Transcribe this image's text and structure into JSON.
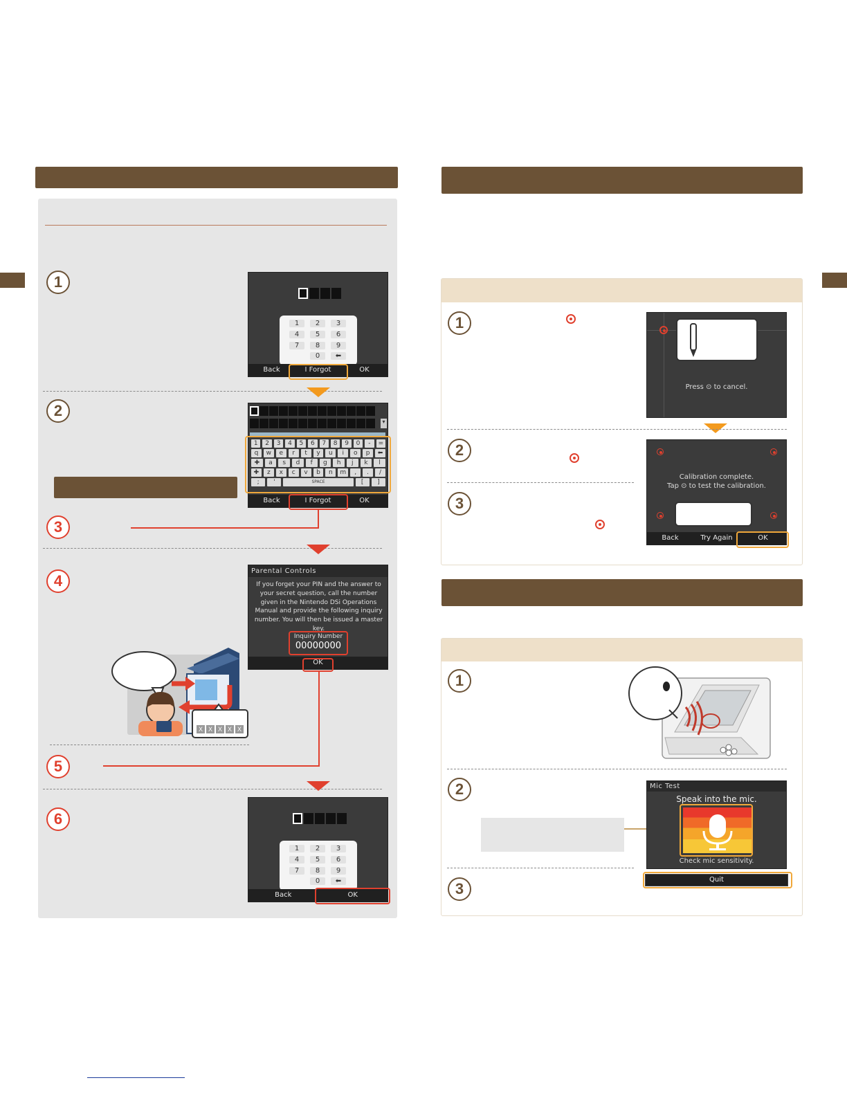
{
  "left_column": {
    "pin_screen_1": {
      "keypad": [
        "1",
        "2",
        "3",
        "4",
        "5",
        "6",
        "7",
        "8",
        "9",
        "",
        "0",
        "⬅"
      ],
      "buttons": {
        "back": "Back",
        "forgot": "I Forgot",
        "ok": "OK"
      }
    },
    "keyboard_screen": {
      "row_numbers": [
        "1",
        "2",
        "3",
        "4",
        "5",
        "6",
        "7",
        "8",
        "9",
        "0",
        "-",
        "="
      ],
      "row_q": [
        "q",
        "w",
        "e",
        "r",
        "t",
        "y",
        "u",
        "i",
        "o",
        "p",
        "⬅"
      ],
      "row_a": [
        "✚",
        "a",
        "s",
        "d",
        "f",
        "g",
        "h",
        "j",
        "k",
        "l"
      ],
      "row_z": [
        "✚",
        "z",
        "x",
        "c",
        "v",
        "b",
        "n",
        "m",
        ",",
        ".",
        "/"
      ],
      "row_space": [
        ";",
        "'",
        "SPACE",
        "[",
        "]"
      ],
      "buttons": {
        "back": "Back",
        "forgot": "I Forgot",
        "ok": "OK"
      }
    },
    "parental_screen": {
      "title": "Parental Controls",
      "body": "If you forget your PIN and the answer to your secret question, call the number given in the Nintendo DSi Operations Manual and provide the following inquiry number. You will then be issued a master key.",
      "inquiry_label": "Inquiry Number",
      "inquiry_value": "00000000",
      "ok": "OK"
    },
    "phone_illustration": {
      "key_chars": [
        "X",
        "X",
        "X",
        "X",
        "X"
      ]
    },
    "pin_screen_6": {
      "keypad": [
        "1",
        "2",
        "3",
        "4",
        "5",
        "6",
        "7",
        "8",
        "9",
        "",
        "0",
        "⬅"
      ],
      "buttons": {
        "back": "Back",
        "ok": "OK"
      }
    },
    "steps": [
      "1",
      "2",
      "3",
      "4",
      "5",
      "6"
    ]
  },
  "right_column": {
    "calibration_steps": [
      "1",
      "2",
      "3"
    ],
    "calibration_screen_1": {
      "cancel_text": "Press ⊙ to cancel."
    },
    "calibration_screen_2": {
      "line1": "Calibration complete.",
      "line2": "Tap ⊙ to test the calibration.",
      "buttons": {
        "back": "Back",
        "try_again": "Try Again",
        "ok": "OK"
      }
    },
    "mic_steps": [
      "1",
      "2",
      "3"
    ],
    "mic_screen": {
      "title": "Mic Test",
      "prompt": "Speak into the mic.",
      "footer": "Check mic sensitivity.",
      "quit": "Quit"
    }
  },
  "colors": {
    "brown": "#6b5236",
    "tan": "#eee0c9",
    "accent_red": "#e0402e",
    "accent_orange": "#f0a83a",
    "panel_gray": "#e6e6e6"
  }
}
